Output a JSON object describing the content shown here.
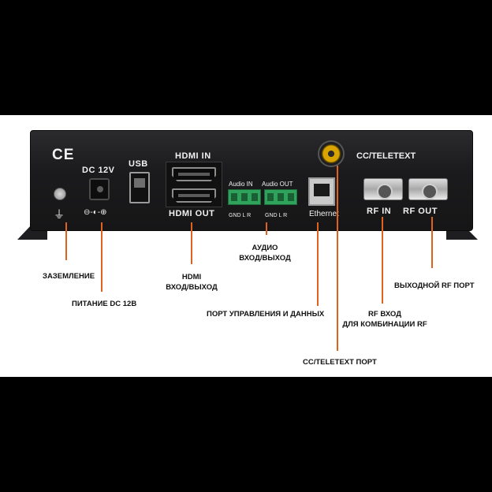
{
  "device": {
    "ce_mark": "CE",
    "dc_label": "DC 12V",
    "usb_label": "USB",
    "hdmi_in_label": "HDMI IN",
    "hdmi_out_label": "HDMI OUT",
    "audio_in_label": "Audio IN",
    "audio_out_label": "Audio OUT",
    "audio_pins_in": "GND L    R",
    "audio_pins_out": "GND L    R",
    "ethernet_label": "Ethernet",
    "cc_teletext_label": "CC/TELETEXT",
    "rf_in_label": "RF IN",
    "rf_out_label": "RF OUT",
    "polarity_symbol": "⊖-◐-⊕",
    "ground_symbol": "⏚"
  },
  "callouts": {
    "ground": "ЗАЗЕМЛЕНИЕ",
    "power": "ПИТАНИЕ DC 12В",
    "hdmi_line1": "HDMI",
    "hdmi_line2": "ВХОД/ВЫХОД",
    "audio_line1": "АУДИО",
    "audio_line2": "ВХОД/ВЫХОД",
    "control_port": "ПОРТ УПРАВЛЕНИЯ И ДАННЫХ",
    "cc_port": "CC/TELETEXT ПОРТ",
    "rf_in_line1": "RF ВХОД",
    "rf_in_line2": "ДЛЯ КОМБИНАЦИИ RF",
    "rf_out": "ВЫХОДНОЙ RF ПОРТ"
  },
  "colors": {
    "callout_line": "#e0621f",
    "terminal_green": "#2fa35b",
    "rca_yellow": "#d9a300"
  }
}
